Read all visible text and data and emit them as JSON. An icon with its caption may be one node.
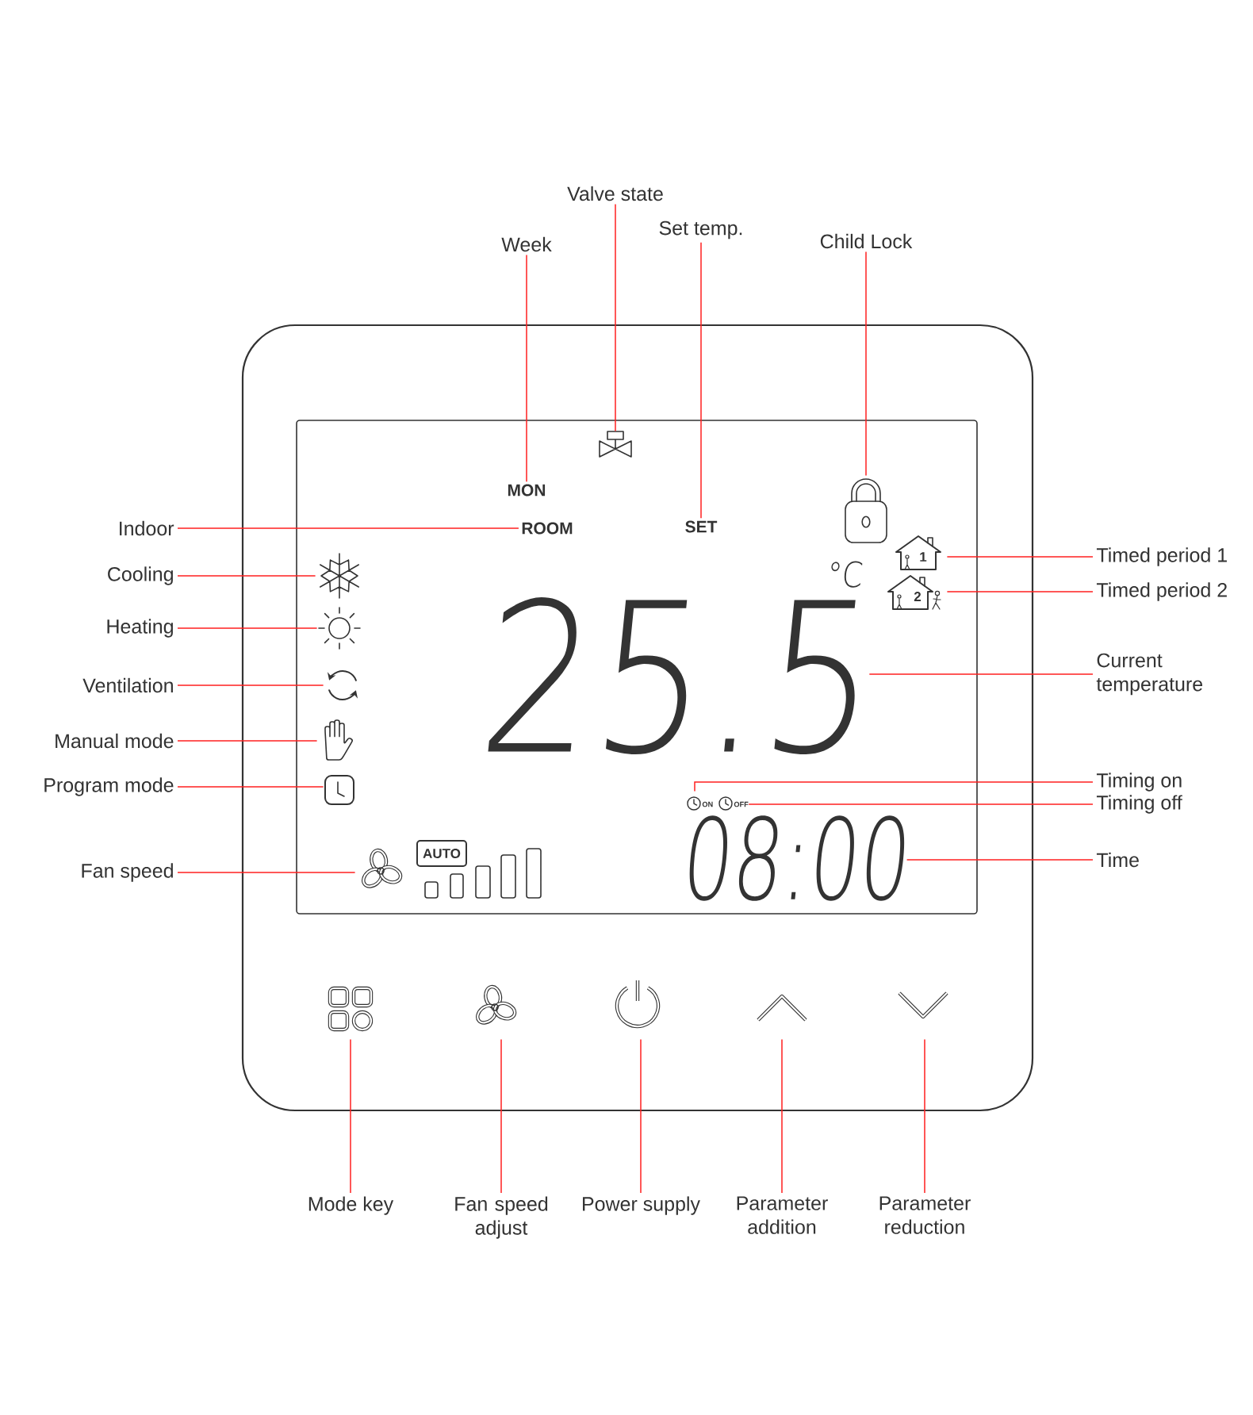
{
  "diagram": {
    "nodes": [
      {
        "text": [
          "Valve state"
        ]
      },
      {
        "text": [
          "Week"
        ]
      },
      {
        "text": [
          "Set temp."
        ]
      },
      {
        "text": [
          "Child Lock"
        ]
      },
      {
        "text": [],
        "shape": "box"
      },
      {
        "text": [],
        "shape": "box",
        "in": 4
      },
      {
        "text": [],
        "shape": "picture",
        "in": 5
      },
      {
        "text": [
          "MON"
        ],
        "in": 5
      },
      {
        "text": [],
        "shape": "picture",
        "in": 5
      },
      {
        "text": [
          "Indoor"
        ]
      },
      {
        "text": [
          "ROOM"
        ],
        "in": 5
      },
      {
        "text": [
          "SET"
        ],
        "in": 5
      },
      {
        "text": [
          "1"
        ],
        "in": 5
      },
      {
        "text": [
          "Timed period 1"
        ]
      },
      {
        "text": [
          "Cooling"
        ]
      },
      {
        "text": [],
        "shape": "picture",
        "in": 5
      },
      {
        "text": [
          "2"
        ],
        "in": 5
      },
      {
        "text": [
          "Timed period 2"
        ]
      },
      {
        "text": [
          "Heating"
        ]
      },
      {
        "text": [],
        "shape": "picture",
        "in": 5
      },
      {
        "text": [
          "Current temperature"
        ]
      },
      {
        "text": [
          "25.5"
        ],
        "in": 5
      },
      {
        "text": [
          "Ventilation"
        ]
      },
      {
        "text": [],
        "shape": "picture",
        "in": 5
      },
      {
        "text": [
          "Manual mode"
        ]
      },
      {
        "text": [],
        "shape": "picture",
        "in": 5
      },
      {
        "text": [
          "Program mode"
        ]
      },
      {
        "text": [],
        "shape": "picture",
        "in": 5
      },
      {
        "text": [
          "ON"
        ],
        "in": 5
      },
      {
        "text": [
          "Timing on"
        ]
      },
      {
        "text": [
          "OFF"
        ],
        "in": 5
      },
      {
        "text": [
          "Timing off"
        ]
      },
      {
        "text": [
          "Fan speed"
        ]
      },
      {
        "text": [],
        "shape": "picture",
        "in": 5
      },
      {
        "text": [
          "08:00"
        ],
        "in": 5
      },
      {
        "text": [
          "Time"
        ]
      },
      {
        "text": [],
        "shape": "picture",
        "in": 4
      },
      {
        "text": [],
        "shape": "picture",
        "in": 4
      },
      {
        "text": [],
        "shape": "picture",
        "in": 4
      },
      {
        "text": [],
        "shape": "picture",
        "in": 4
      },
      {
        "text": [],
        "shape": "picture",
        "in": 4
      },
      {
        "text": [
          "Mode key"
        ]
      },
      {
        "text": [
          "Fan speed adjust"
        ]
      },
      {
        "text": [
          "Power supply"
        ]
      },
      {
        "text": [
          "Parameter addition"
        ]
      },
      {
        "text": [
          "Parameter reduction"
        ]
      }
    ],
    "edges": [
      {
        "from": 0,
        "to": 6,
        "arrow": "none"
      },
      {
        "from": 1,
        "to": 7,
        "arrow": "none"
      },
      {
        "from": 2,
        "to": 11,
        "arrow": "none"
      },
      {
        "from": 3,
        "to": 8,
        "arrow": "none"
      },
      {
        "from": 9,
        "to": 10,
        "arrow": "none"
      },
      {
        "from": 13,
        "to": 12,
        "arrow": "none"
      },
      {
        "from": 14,
        "to": 15,
        "arrow": "none"
      },
      {
        "from": 17,
        "to": 16,
        "arrow": "none"
      },
      {
        "from": 18,
        "to": 19,
        "arrow": "none"
      },
      {
        "from": 20,
        "to": 21,
        "arrow": "none"
      },
      {
        "from": 22,
        "to": 23,
        "arrow": "none"
      },
      {
        "from": 24,
        "to": 25,
        "arrow": "none"
      },
      {
        "from": 26,
        "to": 27,
        "arrow": "none"
      },
      {
        "from": 29,
        "to": 28,
        "arrow": "none"
      },
      {
        "from": 31,
        "to": 30,
        "arrow": "none"
      },
      {
        "from": 32,
        "to": 33,
        "arrow": "none"
      },
      {
        "from": 35,
        "to": 34,
        "arrow": "none"
      },
      {
        "from": 41,
        "to": 36,
        "arrow": "none"
      },
      {
        "from": 42,
        "to": 37,
        "arrow": "none"
      },
      {
        "from": 43,
        "to": 38,
        "arrow": "none"
      },
      {
        "from": 44,
        "to": 39,
        "arrow": "none"
      },
      {
        "from": 45,
        "to": 40,
        "arrow": "none"
      }
    ],
    "labels": [
      "°C",
      "AUTO"
    ]
  }
}
